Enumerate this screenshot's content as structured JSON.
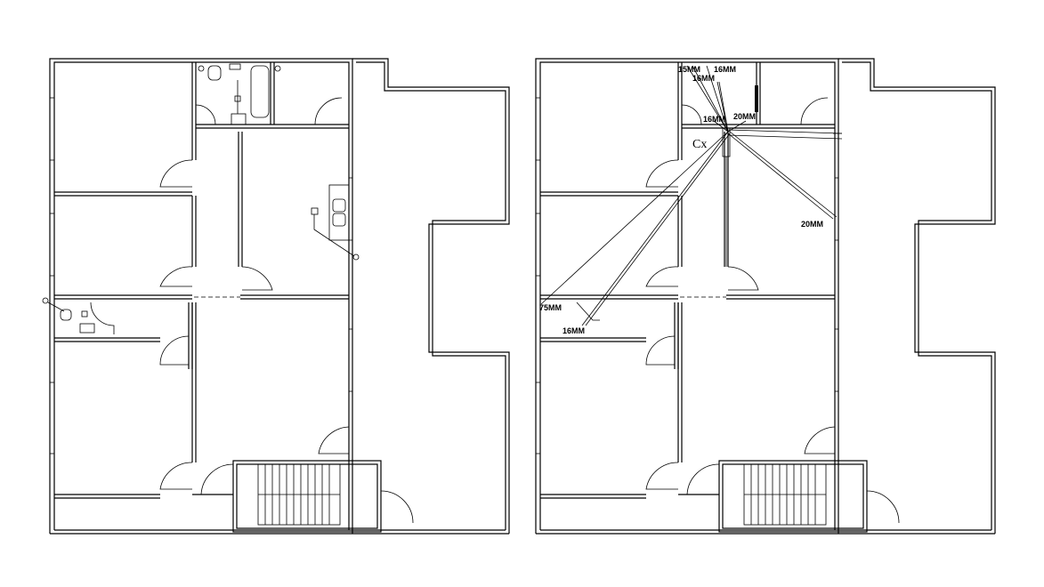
{
  "plan_right": {
    "pipe_labels": {
      "top_a": "15MM",
      "top_b": "16MM",
      "top_c": "16MM",
      "mid_a": "16MM",
      "mid_b": "20MM",
      "right": "20MM",
      "left": "75MM",
      "bottom": "16MM"
    },
    "fixture_symbol": "Cx"
  }
}
